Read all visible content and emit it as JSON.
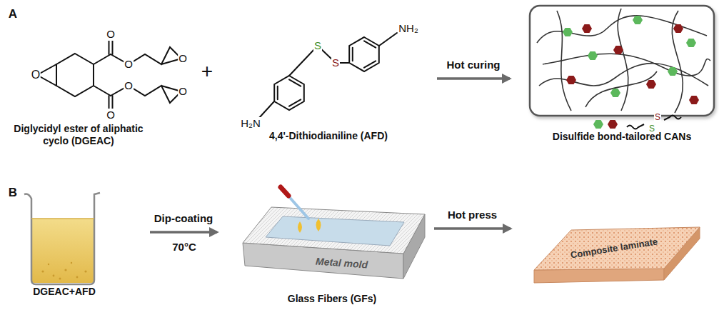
{
  "diagram": {
    "nodes": [
      {
        "text": [
          "Diglycidyl ester of aliphatic cyclo (DGEAC)"
        ]
      },
      {
        "text": [
          "4,4'-Dithiodianiline (AFD)"
        ]
      },
      {
        "text": [
          "Disulfide bond-tailored CANs"
        ]
      },
      {
        "text": [
          "DGEAC+AFD"
        ]
      },
      {
        "text": [
          "Metal mold",
          "Glass Fibers (GFs)"
        ]
      },
      {
        "text": [
          "Composite laminate"
        ]
      }
    ],
    "edges": [
      {
        "from": 1,
        "to": 2,
        "arrow": "to",
        "label": "Hot curing"
      },
      {
        "from": 3,
        "to": 4,
        "arrow": "to",
        "label": "Dip-coating"
      },
      {
        "from": 4,
        "to": 5,
        "arrow": "to",
        "label": "Hot press"
      }
    ],
    "labels": [
      "A",
      "B",
      "+",
      "O",
      "O",
      "O",
      "O",
      "O",
      "O",
      "O",
      "S",
      "S",
      "NH₂",
      "H₂N",
      "70°C",
      "S",
      "S"
    ]
  }
}
